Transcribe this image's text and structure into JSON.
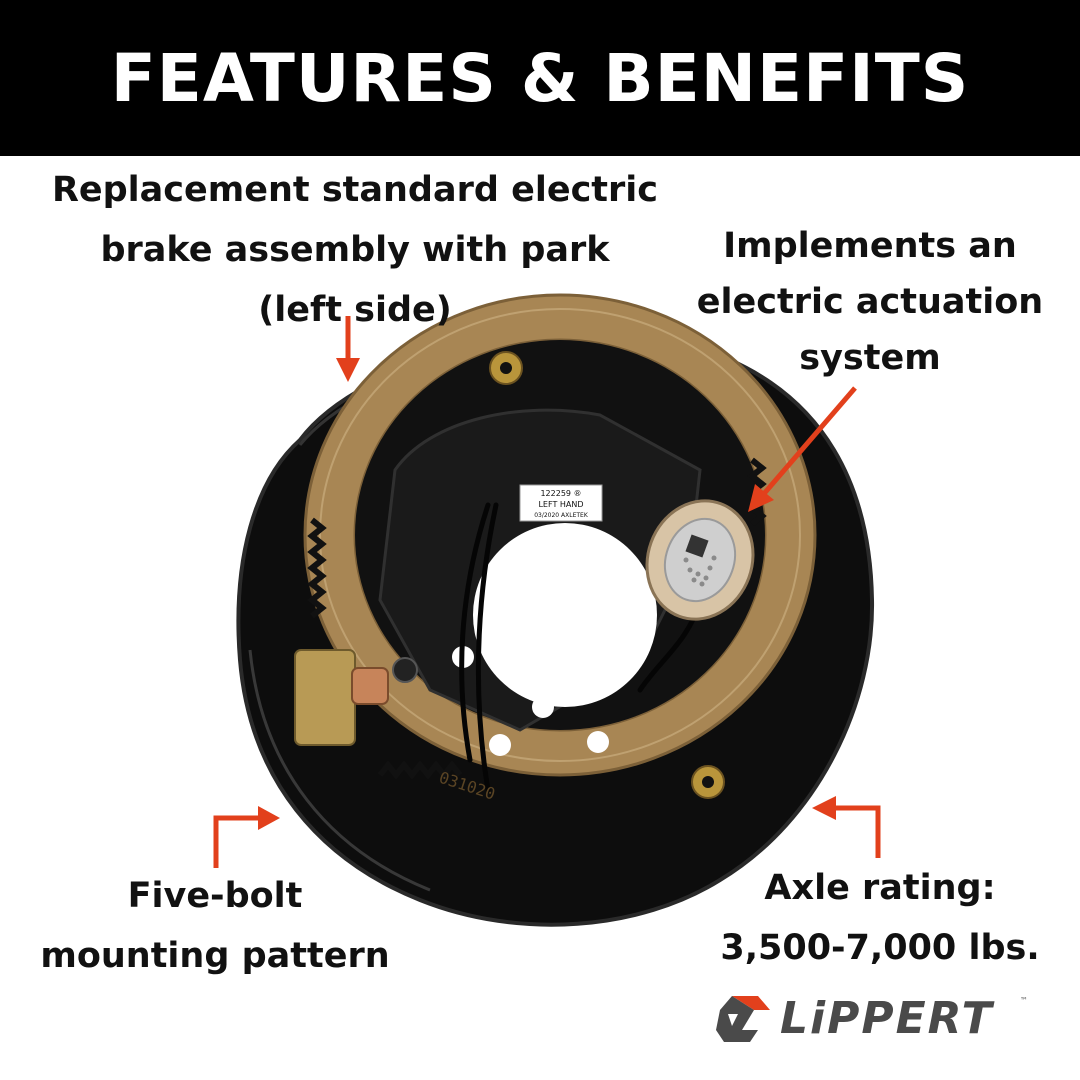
{
  "header": {
    "title": "FEATURES & BENEFITS"
  },
  "callouts": {
    "top_left": [
      "Replacement standard electric",
      "brake assembly with park",
      "(left side)"
    ],
    "top_right": [
      "Implements an",
      "electric actuation",
      "system"
    ],
    "bottom_left": [
      "Five-bolt",
      "mounting pattern"
    ],
    "bottom_right": [
      "Axle rating:",
      "3,500-7,000 lbs."
    ]
  },
  "product_label": {
    "part_number": "122259 ®",
    "side": "LEFT HAND",
    "date_brand": "03/2020 AXLETEK"
  },
  "shoe_stamp": "031020",
  "brand": {
    "name": "LiPPERT",
    "tm": "™"
  },
  "colors": {
    "header_bg": "#000000",
    "arrow": "#e2401c",
    "lining": "#a88654",
    "plate": "#0d0d0d",
    "logo_orange": "#e2401c",
    "logo_gray": "#4a4a4a"
  }
}
